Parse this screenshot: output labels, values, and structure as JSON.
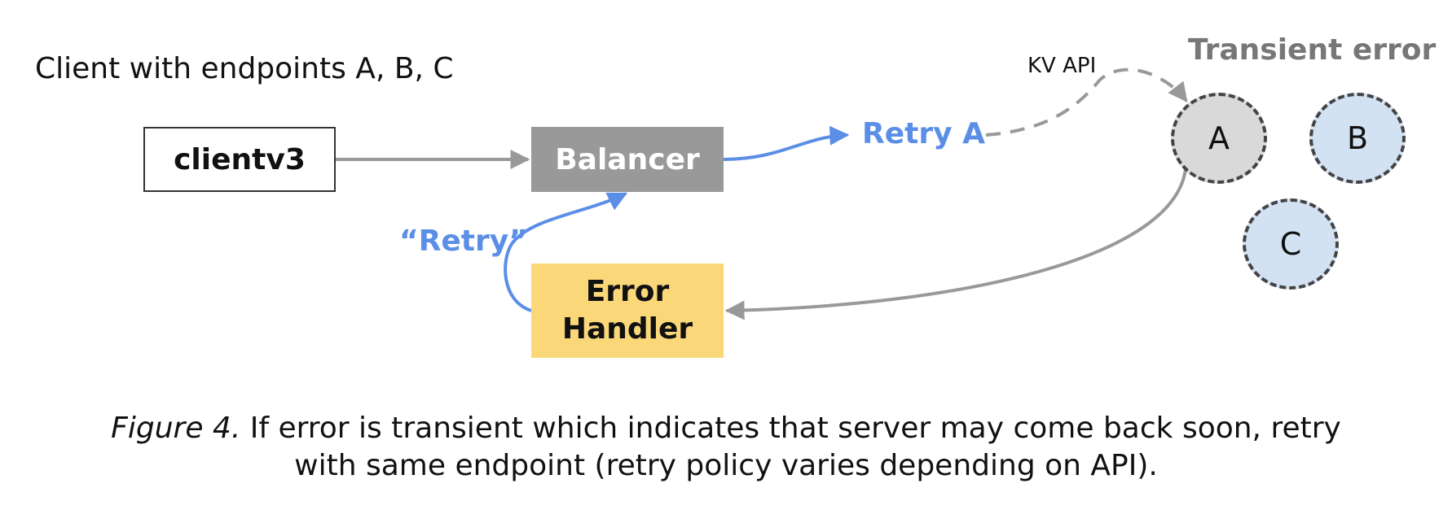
{
  "header": {
    "client_label": "Client with endpoints A, B, C",
    "transient_label": "Transient error"
  },
  "boxes": {
    "client": "clientv3",
    "balancer": "Balancer",
    "error_handler_line1": "Error",
    "error_handler_line2": "Handler"
  },
  "labels": {
    "retry_a": "Retry A",
    "retry_quoted": "“Retry”",
    "kv_api": "KV API"
  },
  "endpoints": {
    "a": "A",
    "b": "B",
    "c": "C"
  },
  "caption": {
    "figure": "Figure 4.",
    "line1": " If error is transient which indicates that server may come back soon, retry",
    "line2": "with same endpoint (retry policy varies depending on API)."
  },
  "colors": {
    "gray": "#999999",
    "blue": "#5b8ee6",
    "handler_fill": "#fad87a",
    "node_a_fill": "#d9d9d9",
    "node_bc_fill": "#d3e2f3",
    "balancer_fill": "#999999"
  }
}
